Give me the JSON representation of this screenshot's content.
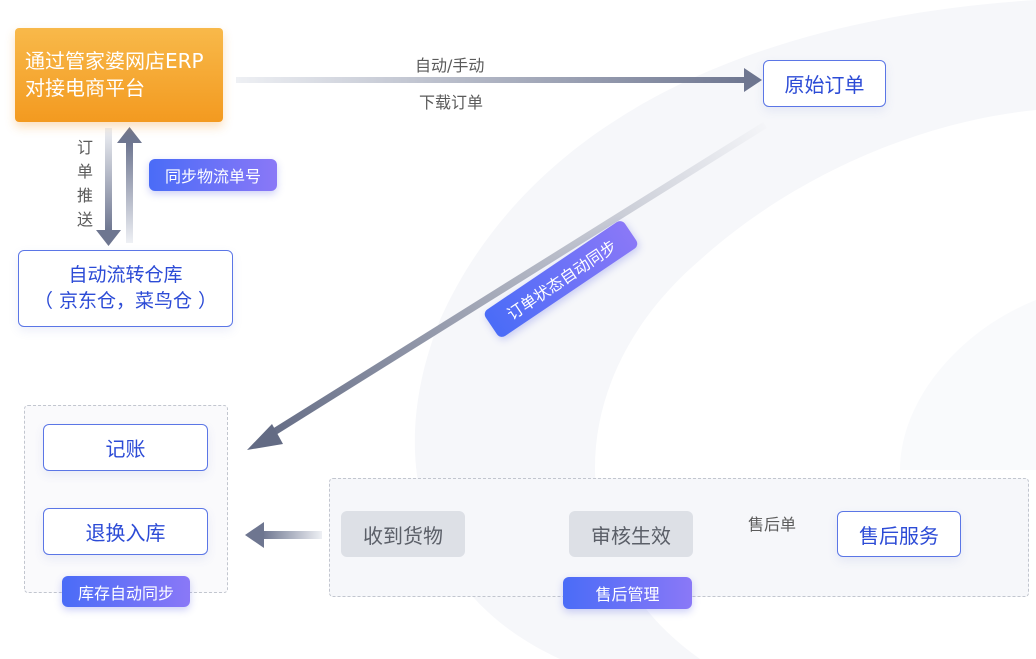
{
  "nodes": {
    "erp": {
      "line1": "通过管家婆网店ERP",
      "line2": "对接电商平台"
    },
    "original_order": "原始订单",
    "warehouse": {
      "line1": "自动流转仓库",
      "line2": "（ 京东仓，菜鸟仓 ）"
    },
    "bookkeeping": "记账",
    "return_exchange": "退换入库",
    "receive_goods": "收到货物",
    "review": "审核生效",
    "after_sales_service": "售后服务"
  },
  "edge_labels": {
    "download_top": "自动/手动",
    "download_bottom": "下载订单",
    "order_push": [
      "订",
      "单",
      "推",
      "送"
    ],
    "after_sales_slip": "售后单"
  },
  "badges": {
    "sync_logistics": "同步物流单号",
    "order_status_sync": "订单状态自动同步",
    "inventory_sync": "库存自动同步",
    "after_sales_mgmt": "售后管理"
  },
  "colors": {
    "accent_blue": "#4a6cf7",
    "accent_purple": "#8a78f7",
    "orange": "#f39a20",
    "arrow_dark": "#6e7690"
  }
}
